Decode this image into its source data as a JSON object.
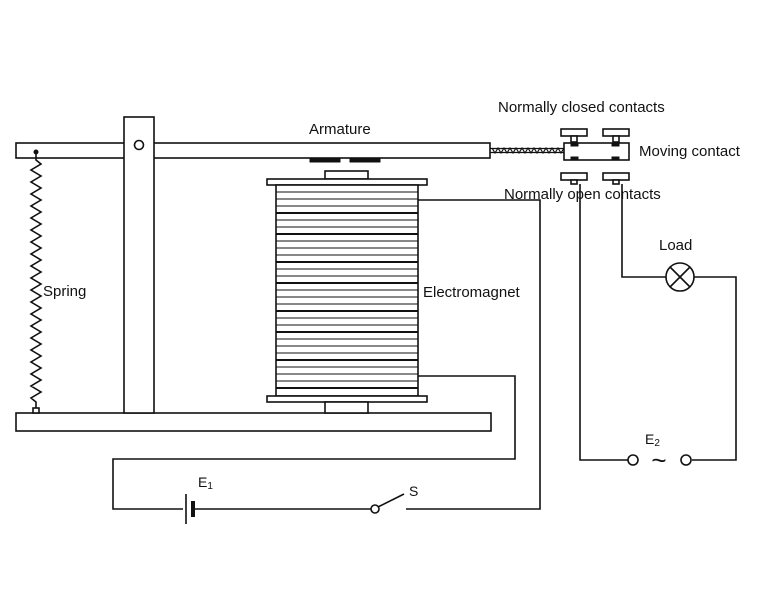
{
  "labels": {
    "armature": "Armature",
    "normally_closed": "Normally closed contacts",
    "moving_contact": "Moving contact",
    "normally_open": "Normally open contacts",
    "load": "Load",
    "spring": "Spring",
    "electromagnet": "Electromagnet",
    "e2_letter": "E",
    "e2_sub": "2",
    "e1_letter": "E",
    "e1_sub": "1",
    "switch": "S",
    "ac_symbol": "~"
  }
}
